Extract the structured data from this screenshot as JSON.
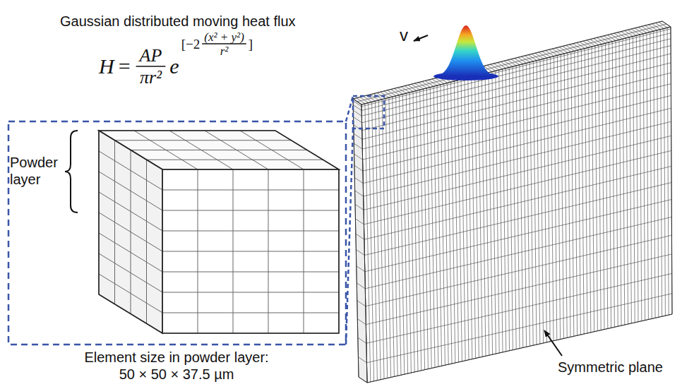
{
  "diagram": {
    "labels": [
      "Gaussian distributed moving heat flux",
      "H",
      "=",
      "AP",
      "πr²",
      "e",
      "[−2",
      "(x² + y²)",
      "r²",
      "]",
      "Powder layer",
      "Element size in powder layer: 50 × 50 × 37.5 µm",
      "v",
      "Symmetric plane"
    ]
  }
}
